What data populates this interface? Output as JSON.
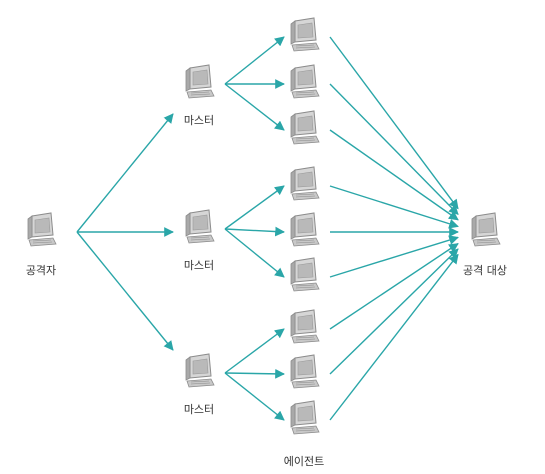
{
  "labels": {
    "attacker": "공격자",
    "master": "마스터",
    "agent": "에이전트",
    "target": "공격 대상"
  },
  "colors": {
    "arrow": "#2aa6a8",
    "pc_body": "#d6d6d6",
    "pc_dark": "#8c8c8c",
    "screen": "#b9b9b9"
  },
  "nodes": {
    "attacker": {
      "icon": "computer-icon"
    },
    "masters": [
      {
        "icon": "computer-icon"
      },
      {
        "icon": "computer-icon"
      },
      {
        "icon": "computer-icon"
      }
    ],
    "agents": [
      {
        "icon": "computer-icon"
      },
      {
        "icon": "computer-icon"
      },
      {
        "icon": "computer-icon"
      },
      {
        "icon": "computer-icon"
      },
      {
        "icon": "computer-icon"
      },
      {
        "icon": "computer-icon"
      },
      {
        "icon": "computer-icon"
      },
      {
        "icon": "computer-icon"
      },
      {
        "icon": "computer-icon"
      }
    ],
    "target": {
      "icon": "computer-icon"
    }
  }
}
